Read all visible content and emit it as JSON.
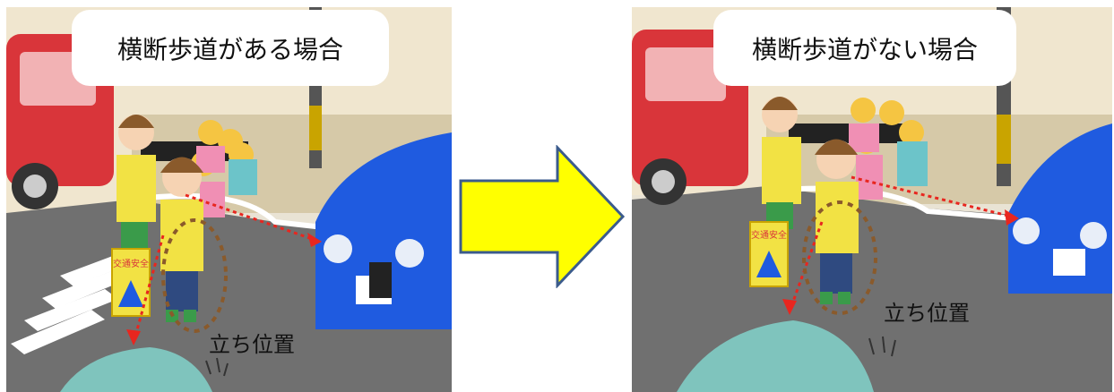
{
  "panels": [
    {
      "title": "横断歩道がある場合",
      "stand_label": "立ち位置"
    },
    {
      "title": "横断歩道がない場合",
      "stand_label": "立ち位置"
    }
  ],
  "sign_text": "交通安全",
  "colors": {
    "arrow_fill": "#ffff00",
    "arrow_stroke": "#3b5b8c",
    "sight_line": "#e8261f",
    "stand_circle": "#8a5a2b",
    "blue_car": "#1f5be0",
    "red_truck": "#d9353a",
    "teal_car": "#7fc4bd",
    "road": "#707070"
  }
}
